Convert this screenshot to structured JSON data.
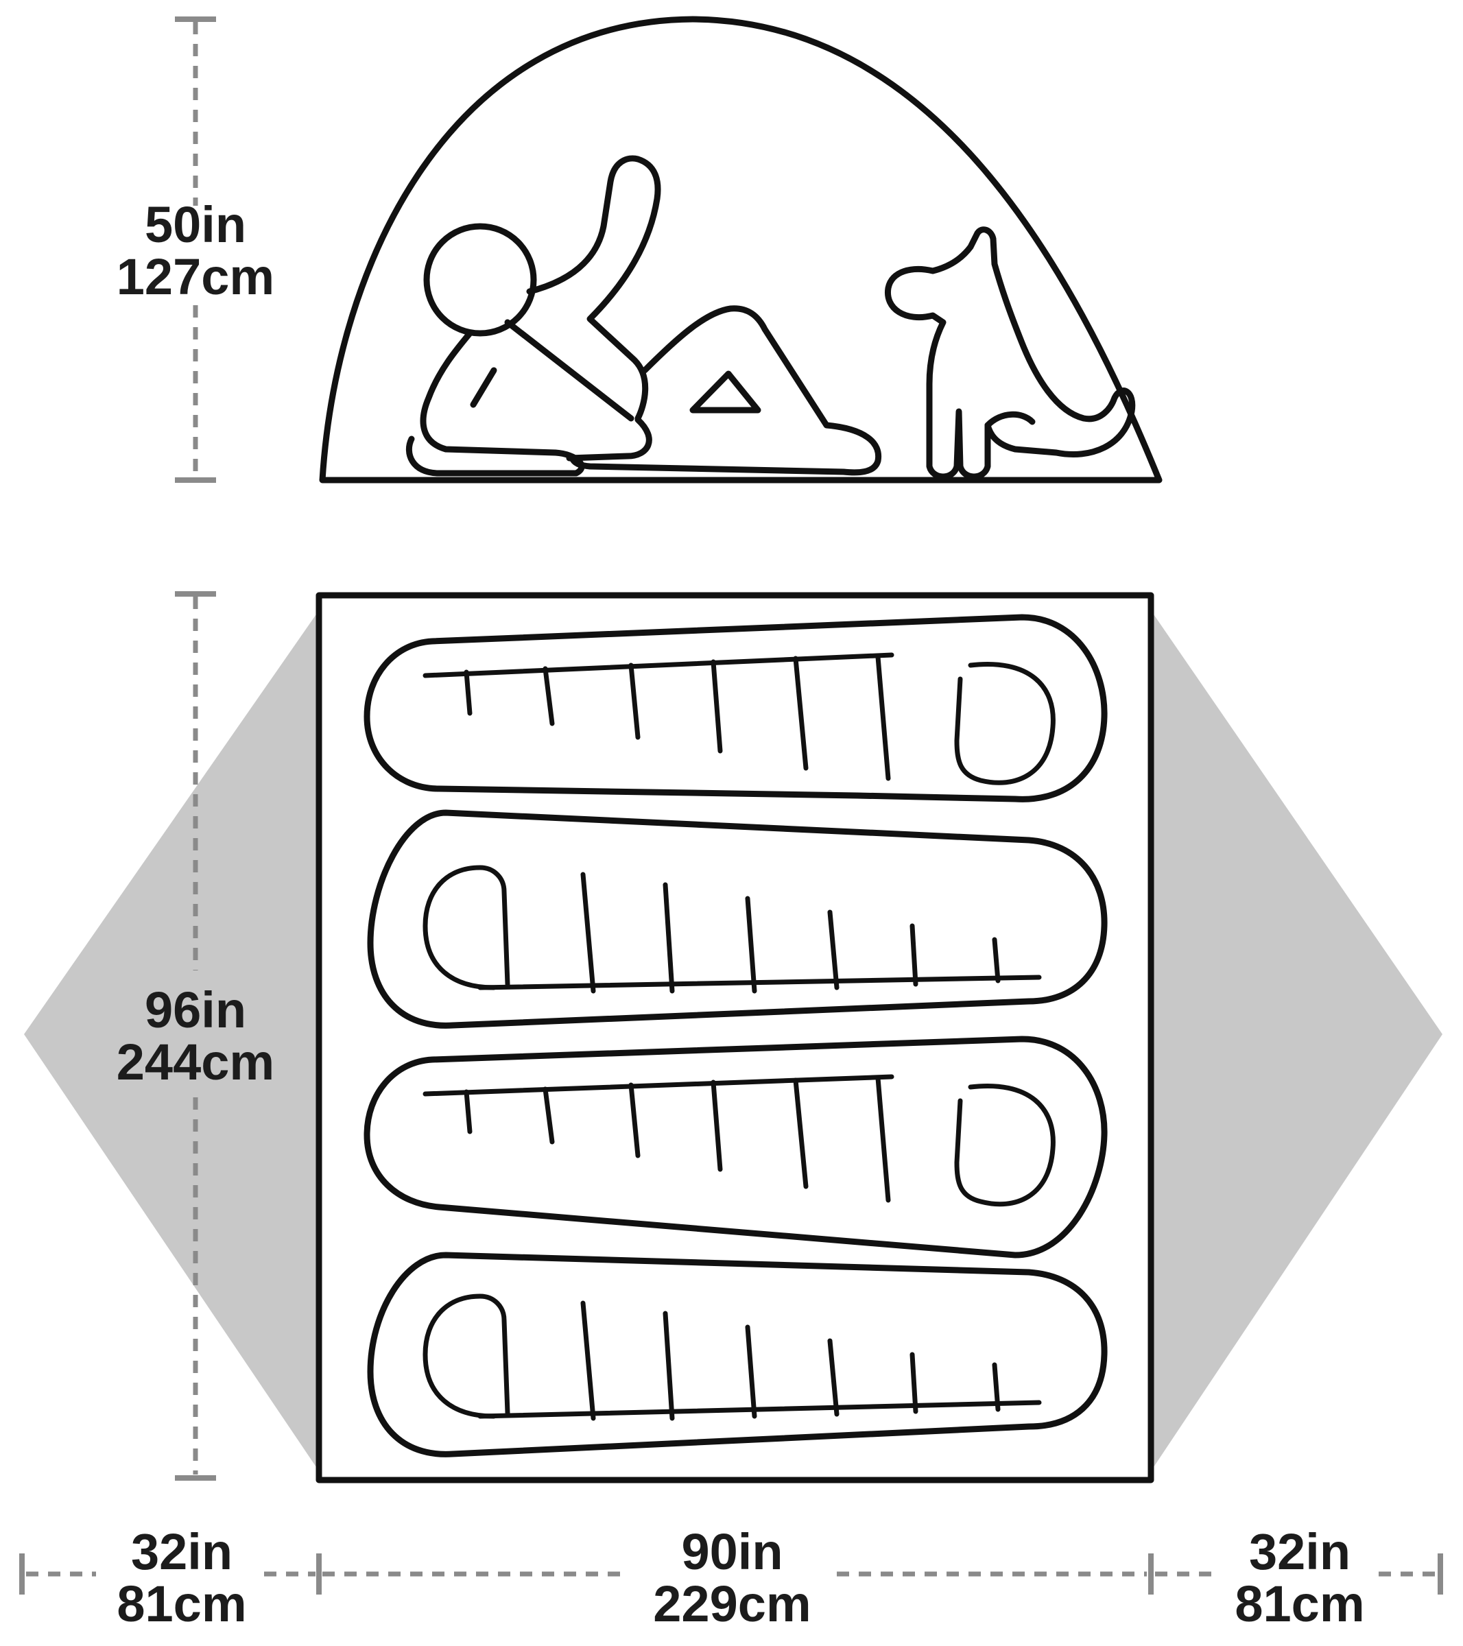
{
  "dimensions": {
    "peak_height": {
      "imperial": "50in",
      "metric": "127cm"
    },
    "floor_length": {
      "imperial": "96in",
      "metric": "244cm"
    },
    "vestibule_left": {
      "imperial": "32in",
      "metric": "81cm"
    },
    "floor_width": {
      "imperial": "90in",
      "metric": "229cm"
    },
    "vestibule_right": {
      "imperial": "32in",
      "metric": "81cm"
    }
  },
  "colors": {
    "outline": "#111111",
    "vestibule_fill": "#c8c8c8",
    "dimension_line": "#8a8a8a",
    "text": "#1c1c1c"
  },
  "sleeping_bag_count": 4
}
